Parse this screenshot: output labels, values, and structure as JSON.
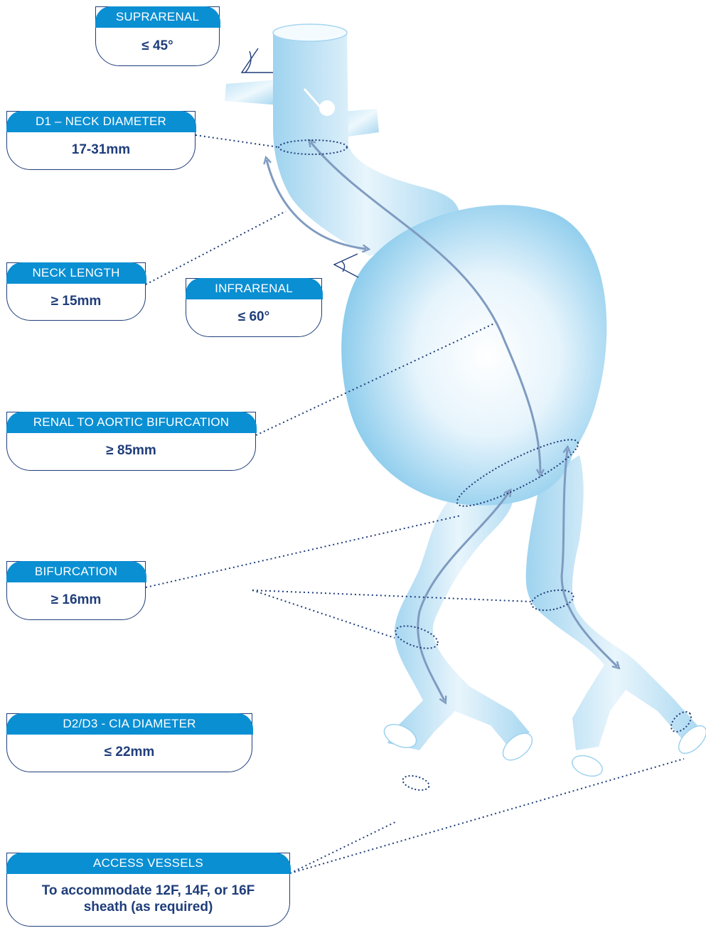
{
  "colors": {
    "header_blue": "#0a8fd3",
    "navy": "#1f3d7a",
    "vessel_light": "#dff0fa",
    "vessel_dark": "#7fc6ea",
    "arrow": "#7f9bc0"
  },
  "callouts": {
    "suprarenal": {
      "label": "SUPRARENAL",
      "value": "≤ 45°"
    },
    "neck_diameter": {
      "label": "D1 – NECK DIAMETER",
      "value": "17-31mm"
    },
    "neck_length": {
      "label": "NECK LENGTH",
      "value": "≥ 15mm"
    },
    "infrarenal": {
      "label": "INFRARENAL",
      "value": "≤ 60°"
    },
    "renal_to_bifurcation": {
      "label": "RENAL TO AORTIC BIFURCATION",
      "value": "≥ 85mm"
    },
    "bifurcation": {
      "label": "BIFURCATION",
      "value": "≥ 16mm"
    },
    "cia_diameter": {
      "label": "D2/D3 - CIA DIAMETER",
      "value": "≤ 22mm"
    },
    "access_vessels": {
      "label": "ACCESS VESSELS",
      "value": "To accommodate 12F, 14F, or 16F sheath (as required)"
    }
  }
}
